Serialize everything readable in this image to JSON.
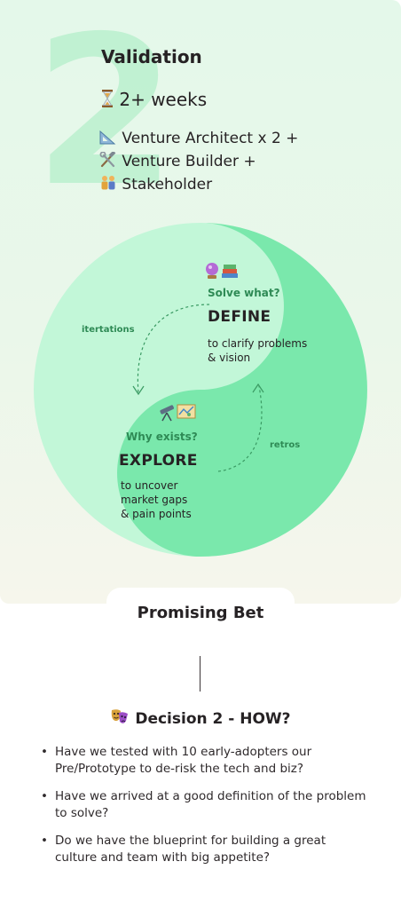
{
  "stage": {
    "number": "2",
    "title": "Validation",
    "duration_icon": "hourglass-icon",
    "duration": "2+ weeks",
    "roles": [
      {
        "icon": "triangle-ruler-icon",
        "label": "Venture Architect x 2 +"
      },
      {
        "icon": "hammer-wrench-icon",
        "label": "Venture Builder +"
      },
      {
        "icon": "people-icon",
        "label": "Stakeholder"
      }
    ]
  },
  "cycle": {
    "define": {
      "icons": "crystal-ball-and-books-icon",
      "question": "Solve what?",
      "label": "DEFINE",
      "description_line1": "to clarify problems",
      "description_line2": "& vision"
    },
    "explore": {
      "icons": "telescope-and-map-icon",
      "question": "Why exists?",
      "label": "EXPLORE",
      "description_line1": "to uncover",
      "description_line2": "market gaps",
      "description_line3": "& pain points"
    },
    "arrow_left_label": "itertations",
    "arrow_right_label": "retros",
    "colors": {
      "light_half": "#c2f7d8",
      "dark_half": "#7ae8ac",
      "accent_text": "#2e8a55"
    }
  },
  "outcome": "Promising Bet",
  "decision": {
    "icon": "theater-masks-icon",
    "title": "Decision 2 - HOW?",
    "questions": [
      "Have we tested with 10 early-adopters our Pre/Prototype to de-risk the tech and biz?",
      "Have we arrived at a good definition of the problem to solve?",
      "Do we have the blueprint for building a great culture and team with big appetite?"
    ]
  }
}
